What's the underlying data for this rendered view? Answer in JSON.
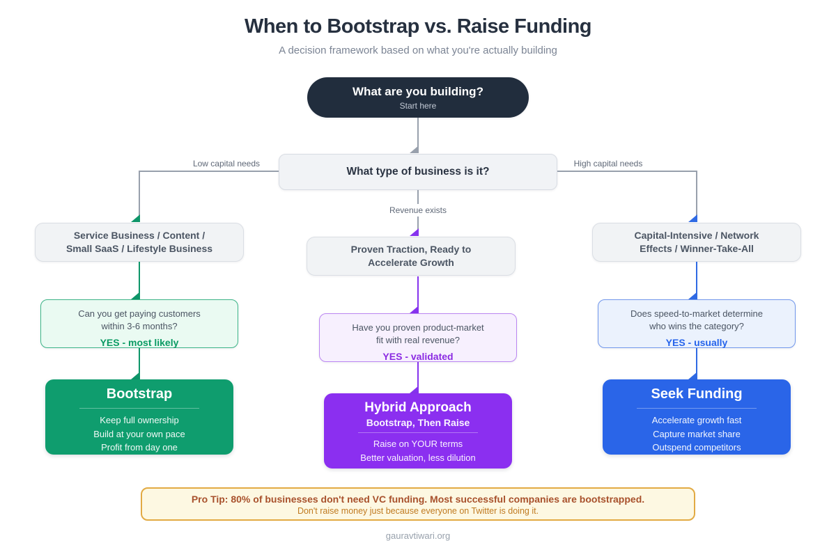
{
  "header": {
    "title": "When to Bootstrap vs. Raise Funding",
    "subtitle": "A decision framework based on what you're actually building"
  },
  "flow": {
    "start": {
      "title": "What are you building?",
      "subtitle": "Start here"
    },
    "decision": {
      "question": "What type of business is it?"
    },
    "edge_labels": {
      "left": "Low capital needs",
      "center": "Revenue exists",
      "right": "High capital needs"
    }
  },
  "columns": [
    {
      "name": "bootstrap",
      "accent": "#0f9d6e",
      "type_lines": [
        "Service Business / Content /",
        "Small SaaS / Lifestyle Business"
      ],
      "question_lines": [
        "Can you get paying customers",
        "within 3-6 months?"
      ],
      "answer": "YES - most likely",
      "outcome": {
        "title": "Bootstrap",
        "subtitle": "",
        "points": [
          "Keep full ownership",
          "Build at your own pace",
          "Profit from day one"
        ]
      }
    },
    {
      "name": "hybrid",
      "accent": "#8b2ff0",
      "type_lines": [
        "Proven Traction, Ready to",
        "Accelerate Growth"
      ],
      "question_lines": [
        "Have you proven product-market",
        "fit with real revenue?"
      ],
      "answer": "YES - validated",
      "outcome": {
        "title": "Hybrid Approach",
        "subtitle": "Bootstrap, Then Raise",
        "points": [
          "Raise on YOUR terms",
          "Better valuation, less dilution"
        ]
      }
    },
    {
      "name": "seek-funding",
      "accent": "#2a65e8",
      "type_lines": [
        "Capital-Intensive / Network",
        "Effects / Winner-Take-All"
      ],
      "question_lines": [
        "Does speed-to-market determine",
        "who wins the category?"
      ],
      "answer": "YES - usually",
      "outcome": {
        "title": "Seek Funding",
        "subtitle": "",
        "points": [
          "Accelerate growth fast",
          "Capture market share",
          "Outspend competitors"
        ]
      }
    }
  ],
  "pro_tip": {
    "line1": "Pro Tip: 80% of businesses don't need VC funding. Most successful companies are bootstrapped.",
    "line2": "Don't raise money just because everyone on Twitter is doing it."
  },
  "footer": {
    "credit": "gauravtiwari.org"
  },
  "colors": {
    "start_node_bg": "#212d3d",
    "neutral_line": "#98a0ac",
    "green": "#0f9d6e",
    "purple": "#8b2ff0",
    "blue": "#2a65e8",
    "tip_border": "#e2aa43",
    "tip_bg": "#fdf8e2"
  }
}
